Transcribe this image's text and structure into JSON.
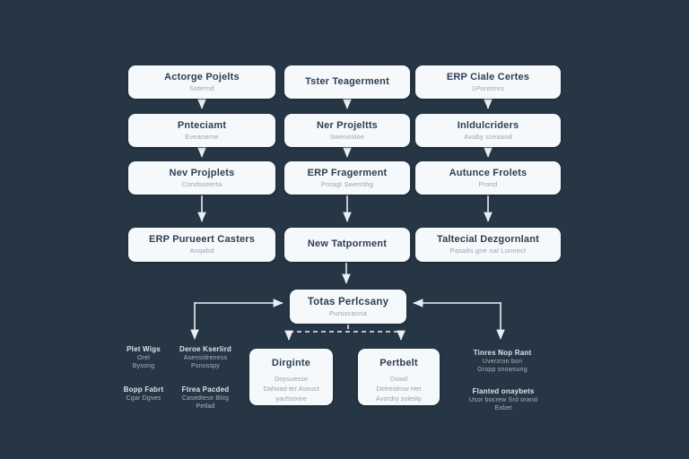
{
  "colors": {
    "background": "#263645",
    "node_fill": "#f6f9fb",
    "node_text": "#2e3e54",
    "node_subtext": "#96a2b0",
    "connector": "#e9eef4",
    "note_text": "#dce4eb"
  },
  "grid": {
    "rows": [
      {
        "cells": [
          {
            "title": "Actorge Pojelts",
            "subtitle": "Soternd"
          },
          {
            "title": "Tster Teagerment",
            "subtitle": ""
          },
          {
            "title": "ERP Ciale Certes",
            "subtitle": "1Poreores"
          }
        ]
      },
      {
        "cells": [
          {
            "title": "Pnteciamt",
            "subtitle": "Eveaneme"
          },
          {
            "title": "Ner Projeltts",
            "subtitle": "Swenstiine"
          },
          {
            "title": "Inldulcriders",
            "subtitle": "Avaby sceaand"
          }
        ]
      },
      {
        "cells": [
          {
            "title": "Nev Projplets",
            "subtitle": "Condsseerta"
          },
          {
            "title": "ERP Fragerment",
            "subtitle": "Pnragt Swemthg"
          },
          {
            "title": "Autunce Frolets",
            "subtitle": "Prond"
          }
        ]
      },
      {
        "cells": [
          {
            "title": "ERP Purueert Casters",
            "subtitle": "Anqabd"
          },
          {
            "title": "New Tatporment",
            "subtitle": ""
          },
          {
            "title": "Taltecial Dezgornlant",
            "subtitle": "Pasalts gne nal Lonnect"
          }
        ]
      }
    ]
  },
  "hub": {
    "title": "Totas Perlcsany",
    "subtitle": "Puroscanna"
  },
  "bottom_boxes": [
    {
      "title": "Dirginte",
      "lines": [
        "Doysuesse",
        "Dahoad-ter Aseuct",
        "yachsoore"
      ]
    },
    {
      "title": "Pertbelt",
      "lines": [
        "Dowd",
        "Detrestrow Het",
        "Avordry soletity"
      ]
    }
  ],
  "side_notes": {
    "left": [
      {
        "title": "Plet Wigs",
        "lines": [
          "Orel",
          "Bysong"
        ]
      },
      {
        "title": "Deroe Kserlird",
        "lines": [
          "Asensidreness",
          "Psnusspy"
        ]
      },
      {
        "title": "Bopp Fabrt",
        "lines": [
          "Cgar Dgves",
          ""
        ]
      },
      {
        "title": "Ftrea Pacded",
        "lines": [
          "Casedtese Bktg",
          "Petlad"
        ]
      }
    ],
    "right": [
      {
        "title": "Tinres Nop Rant",
        "lines": [
          "Uverzron bon",
          "Gropp snowsung"
        ]
      },
      {
        "title": "Flanted onaybets",
        "lines": [
          "Usor bocrew Srd orand",
          "Exbet"
        ]
      }
    ]
  }
}
